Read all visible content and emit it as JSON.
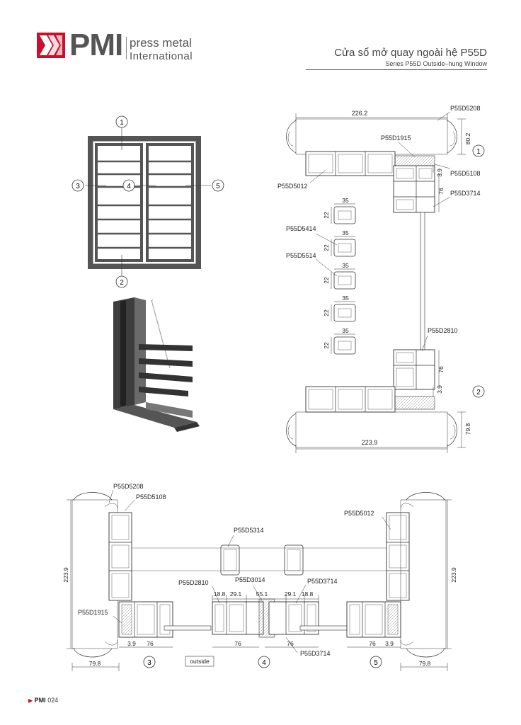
{
  "header": {
    "brand": "PMI",
    "brand_line1": "press metal",
    "brand_line2": "International",
    "title_vi": "Cửa sổ mở quay ngoài hệ P55D",
    "title_en": "Series P55D Outside–hung Window",
    "accent_color": "#c8102e"
  },
  "elevation": {
    "callouts": [
      "1",
      "2",
      "3",
      "4",
      "5"
    ]
  },
  "vertical_section": {
    "dims": {
      "top_width": "226.2",
      "top_height": "80.2",
      "gap_top": "3.9",
      "depth_top": "76",
      "depth_bottom": "76",
      "gap_bottom": "3.9",
      "bottom_width": "223.9",
      "bottom_height": "79.8",
      "glass_w": "35",
      "glass_h": "22"
    },
    "parts": {
      "p5208": "P55D5208",
      "p1915": "P55D1915",
      "p5108": "P55D5108",
      "p5012": "P55D5012",
      "p3714": "P55D3714",
      "p5414": "P55D5414",
      "p5514": "P55D5514",
      "p2810": "P55D2810"
    },
    "callouts": [
      "1",
      "2"
    ]
  },
  "horizontal_section": {
    "parts": {
      "p5208": "P55D5208",
      "p5108": "P55D5108",
      "p5012": "P55D5012",
      "p5314": "P55D5314",
      "p2810": "P55D2810",
      "p3014": "P55D3014",
      "p3714": "P55D3714",
      "p3714b": "P55D3714",
      "p1915": "P55D1915"
    },
    "dims": {
      "height_left": "223.9",
      "height_right": "223.9",
      "d18_8a": "18.8",
      "d29_1a": "29.1",
      "d55_1": "55.1",
      "d29_1b": "29.1",
      "d18_8b": "18.8",
      "gap_left": "3.9",
      "depth_left": "76",
      "depth_mid_a": "76",
      "depth_mid_b": "76",
      "depth_right": "76",
      "gap_right": "3.9",
      "width_left": "79.8",
      "width_right": "79.8"
    },
    "outside_label": "outside",
    "callouts": [
      "3",
      "4",
      "5"
    ]
  },
  "footer": {
    "brand": "PMI",
    "page": "024"
  }
}
